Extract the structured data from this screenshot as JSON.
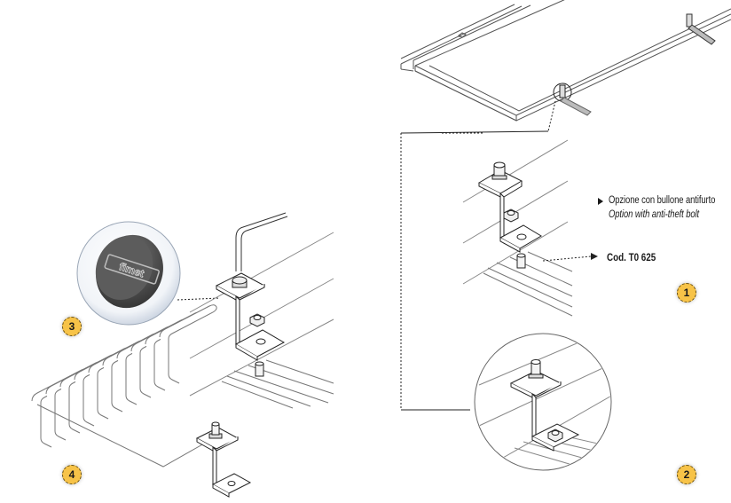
{
  "figure": {
    "title": "",
    "annotations": {
      "option_it": "Opzione con bullone antifurto",
      "option_en": "Option with anti-theft bolt",
      "code": "Cod. T0 625",
      "cap_brand": "fimet"
    },
    "badges": [
      "1",
      "2",
      "3",
      "4"
    ],
    "colors": {
      "badge_fill": "#f7c348",
      "line": "#333333",
      "cap": "#555555"
    },
    "panels": [
      {
        "id": "1",
        "description": "Panel clamp with anti-theft bolt over rail"
      },
      {
        "id": "2",
        "description": "Detail circle: installed clamp on rail"
      },
      {
        "id": "3",
        "description": "Anti-theft cap detail with hex key"
      },
      {
        "id": "4",
        "description": "Comb cable clip with clamp"
      }
    ]
  }
}
